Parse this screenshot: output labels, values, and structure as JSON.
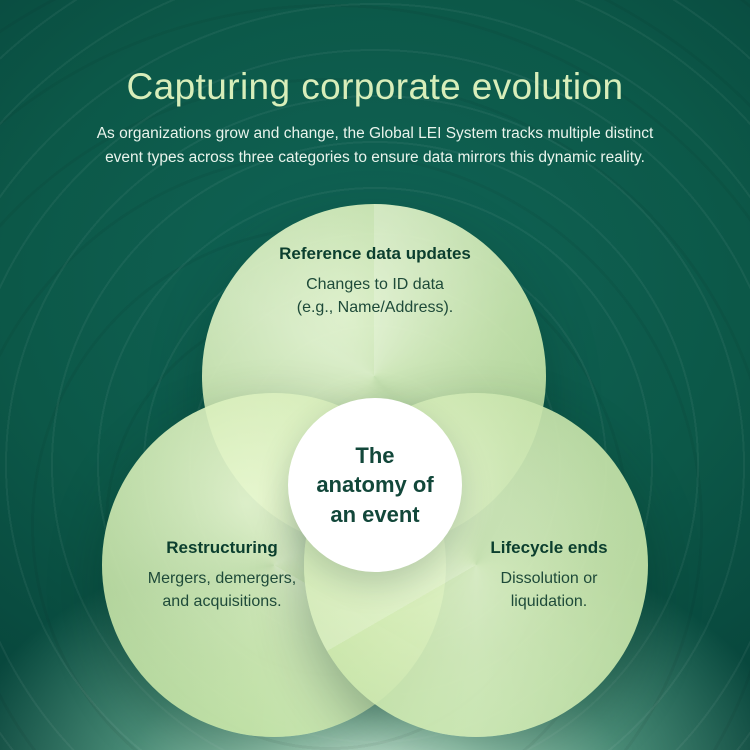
{
  "header": {
    "title": "Capturing corporate evolution",
    "subtitle": "As organizations grow and change, the Global LEI System tracks multiple distinct\nevent types across three categories to ensure data mirrors this dynamic reality."
  },
  "diagram": {
    "center_text": "The\nanatomy of\nan event",
    "categories": [
      {
        "title": "Reference data updates",
        "description": "Changes to ID data\n(e.g., Name/Address)."
      },
      {
        "title": "Restructuring",
        "description": "Mergers, demergers,\nand acquisitions."
      },
      {
        "title": "Lifecycle ends",
        "description": "Dissolution or\nliquidation."
      }
    ]
  },
  "colors": {
    "background_dark": "#04271f",
    "background_teal": "#0c5848",
    "background_mint": "#dcf2e4",
    "circle_fill": "#d1eab1",
    "title_text": "#d8eeba",
    "subtitle_text": "#e9f4ec",
    "label_title_text": "#0b3e2e",
    "label_body_text": "#1e4a39",
    "center_circle_fill": "#ffffff",
    "center_text": "#12473a"
  }
}
